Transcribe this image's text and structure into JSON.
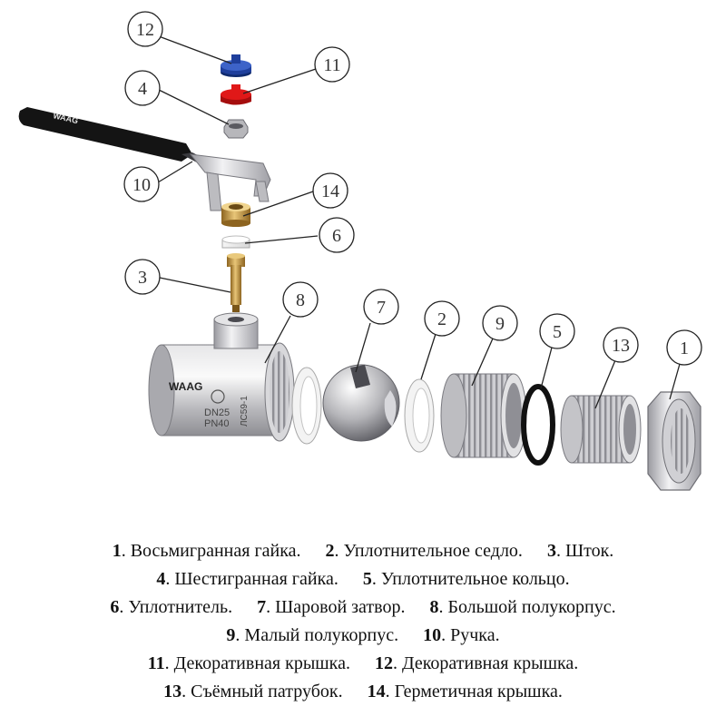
{
  "brand_on_body": "WAAG",
  "brand_on_handle": "WAAG",
  "body_stamp": {
    "size": "DN25",
    "pressure": "PN40",
    "material": "ЛС59-1"
  },
  "callouts": {
    "c1": "1",
    "c2": "2",
    "c3": "3",
    "c4": "4",
    "c5": "5",
    "c6": "6",
    "c7": "7",
    "c8": "8",
    "c9": "9",
    "c10": "10",
    "c11": "11",
    "c12": "12",
    "c13": "13",
    "c14": "14"
  },
  "legend": [
    [
      {
        "num": "1",
        "text": ". Восьмигранная гайка."
      },
      {
        "num": "2",
        "text": ". Уплотнительное седло."
      },
      {
        "num": "3",
        "text": ". Шток."
      }
    ],
    [
      {
        "num": "4",
        "text": ". Шестигранная гайка."
      },
      {
        "num": "5",
        "text": ". Уплотнительное кольцо."
      }
    ],
    [
      {
        "num": "6",
        "text": ". Уплотнитель."
      },
      {
        "num": "7",
        "text": ". Шаровой затвор."
      },
      {
        "num": "8",
        "text": ". Большой полукорпус."
      }
    ],
    [
      {
        "num": "9",
        "text": ". Малый полукорпус."
      },
      {
        "num": "10",
        "text": ". Ручка."
      }
    ],
    [
      {
        "num": "11",
        "text": ". Декоративная крышка."
      },
      {
        "num": "12",
        "text": ". Декоративная крышка."
      }
    ],
    [
      {
        "num": "13",
        "text": ". Съёмный патрубок."
      },
      {
        "num": "14",
        "text": ". Герметичная крышка."
      }
    ]
  ],
  "colors": {
    "metal": "#c9c9cc",
    "brass": "#c89a3c",
    "blue_cap": "#1f3f9c",
    "red_cap": "#e01818",
    "handle": "#1a1a1a",
    "oring": "#111111"
  }
}
